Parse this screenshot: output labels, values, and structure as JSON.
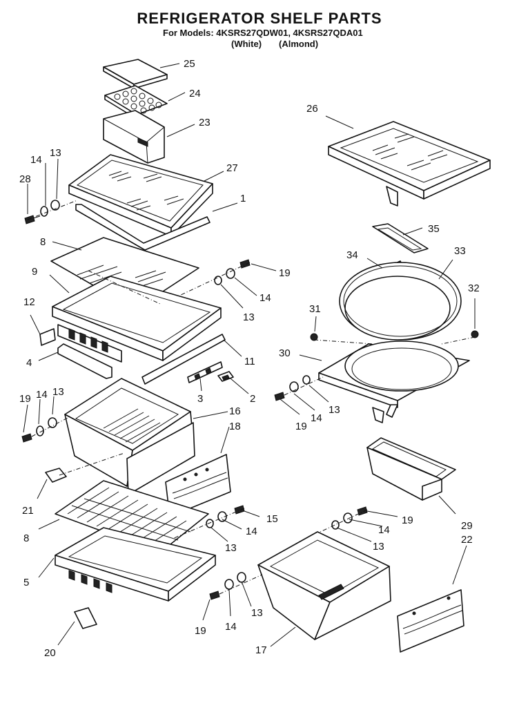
{
  "title": "REFRIGERATOR SHELF PARTS",
  "models_line": "For Models: 4KSRS27QDW01, 4KSRS27QDA01",
  "color_white": "(White)",
  "color_almond": "(Almond)",
  "labels": {
    "l25": "25",
    "l24": "24",
    "l23": "23",
    "l26": "26",
    "l27": "27",
    "l14a": "14",
    "l13a": "13",
    "l28": "28",
    "l1": "1",
    "l8a": "8",
    "l9": "9",
    "l19a": "19",
    "l14b": "14",
    "l13b": "13",
    "l35": "35",
    "l34": "34",
    "l33": "33",
    "l32": "32",
    "l31": "31",
    "l12": "12",
    "l11": "11",
    "l30": "30",
    "l4": "4",
    "l3": "3",
    "l2": "2",
    "l19b": "19",
    "l14c": "14",
    "l13c": "13",
    "l19c": "19",
    "l14d": "14",
    "l13d": "13",
    "l16": "16",
    "l18": "18",
    "l21": "21",
    "l15": "15",
    "l8b": "8",
    "l14e": "14",
    "l13e": "13",
    "l29": "29",
    "l19d": "19",
    "l14f": "14",
    "l13f": "13",
    "l22": "22",
    "l5": "5",
    "l13g": "13",
    "l19e": "19",
    "l14g": "14",
    "l20": "20",
    "l17": "17"
  }
}
